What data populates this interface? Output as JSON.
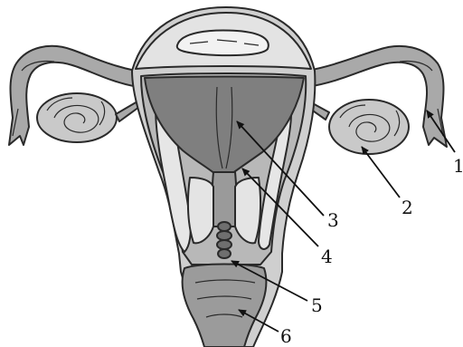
{
  "diagram": {
    "callouts": [
      {
        "id": "1",
        "label": "1"
      },
      {
        "id": "2",
        "label": "2"
      },
      {
        "id": "3",
        "label": "3"
      },
      {
        "id": "4",
        "label": "4"
      },
      {
        "id": "5",
        "label": "5"
      },
      {
        "id": "6",
        "label": "6"
      }
    ]
  },
  "colors": {
    "tissue_light": "#d9d9d9",
    "tissue_mid": "#b3b3b3",
    "tissue_dark": "#8a8a8a",
    "cavity": "#7d7d7d",
    "outline": "#2a2a2a",
    "background": "#ffffff"
  }
}
